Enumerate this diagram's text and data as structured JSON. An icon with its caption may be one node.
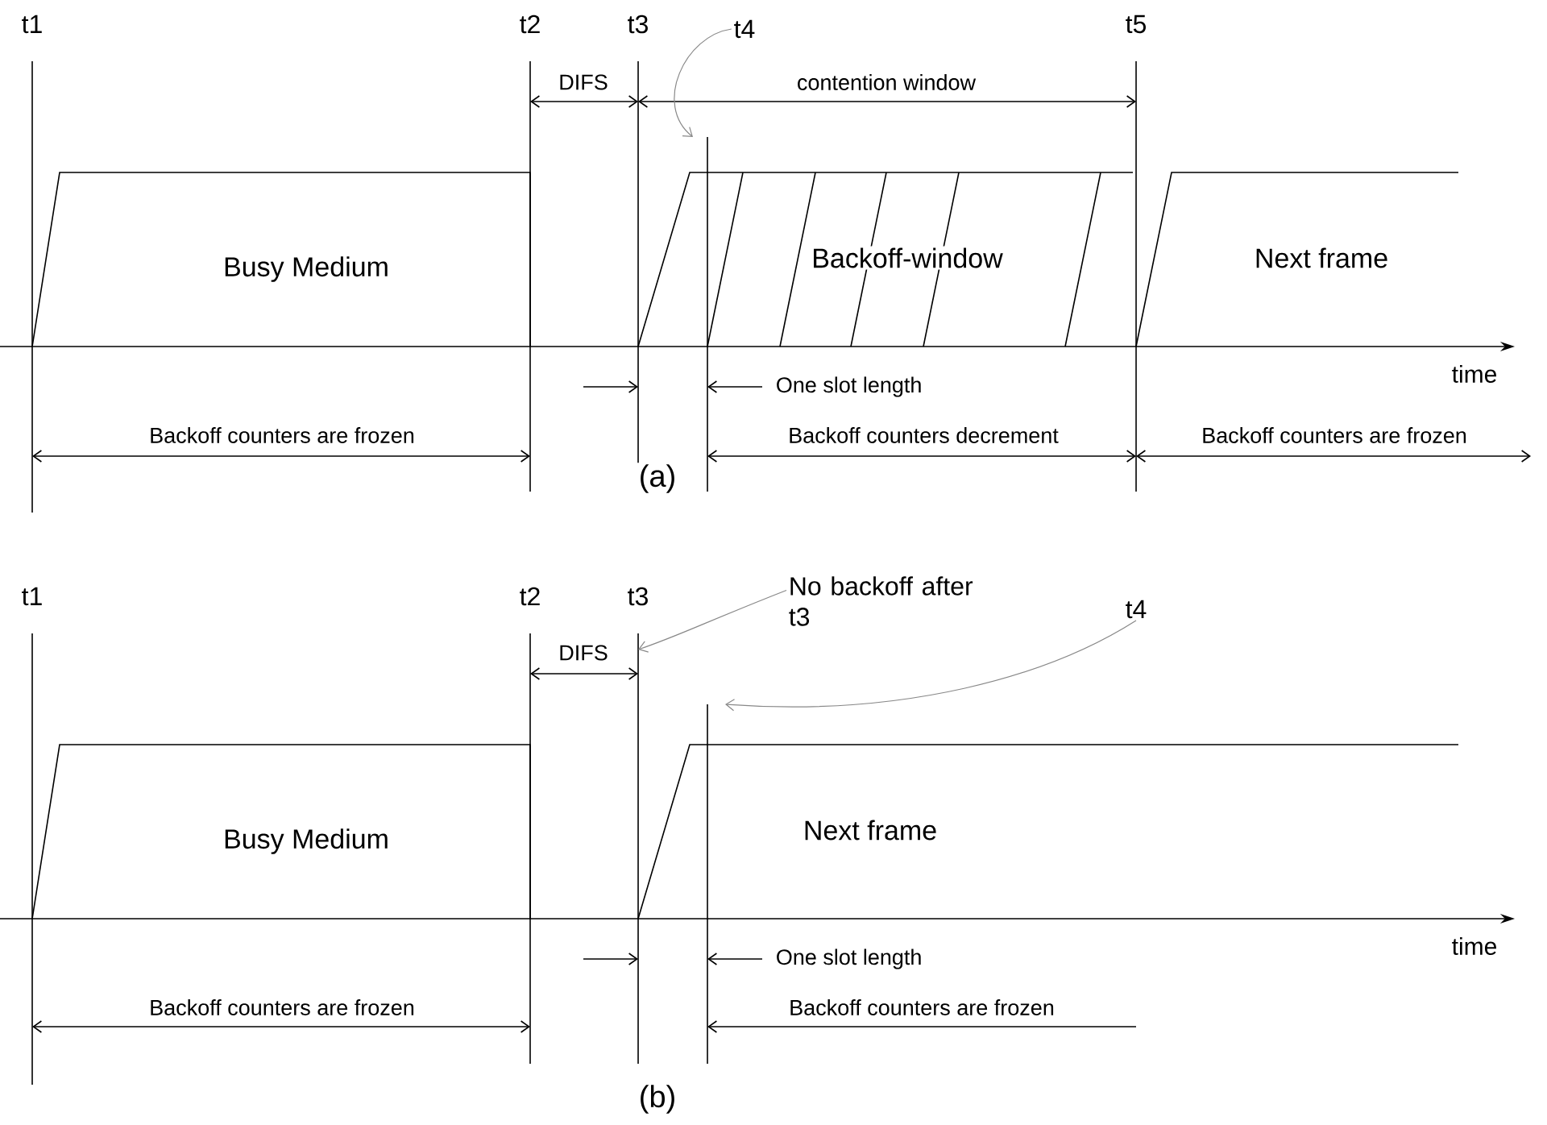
{
  "diagram": {
    "nodes": [
      {
        "text": [
          "t4"
        ]
      },
      {
        "text": [
          "Busy Medium"
        ]
      },
      {
        "text": [
          "Backoff-window"
        ]
      },
      {
        "text": [
          "Next frame"
        ]
      },
      {
        "text": [
          "No backoff after t3"
        ]
      },
      {
        "text": [
          "t4"
        ]
      },
      {
        "text": [
          "Busy Medium"
        ]
      },
      {
        "text": [
          "Next frame"
        ]
      }
    ],
    "edges": [
      {
        "from": 0,
        "to": null,
        "arrow": "to",
        "color": "#888888"
      },
      {
        "from": 4,
        "to": null,
        "arrow": "to",
        "color": "#888888"
      },
      {
        "from": 5,
        "to": null,
        "arrow": "to",
        "color": "#888888"
      }
    ],
    "labels": [
      "t1",
      "t2",
      "t3",
      "t5",
      "DIFS",
      "contention window",
      "One slot length",
      "time",
      "Backoff counters are frozen",
      "Backoff counters decrement",
      "Backoff counters are frozen",
      "(a)",
      "t1",
      "t2",
      "t3",
      "DIFS",
      "One slot length",
      "time",
      "Backoff counters are frozen",
      "Backoff counters are frozen",
      "(b)"
    ]
  }
}
